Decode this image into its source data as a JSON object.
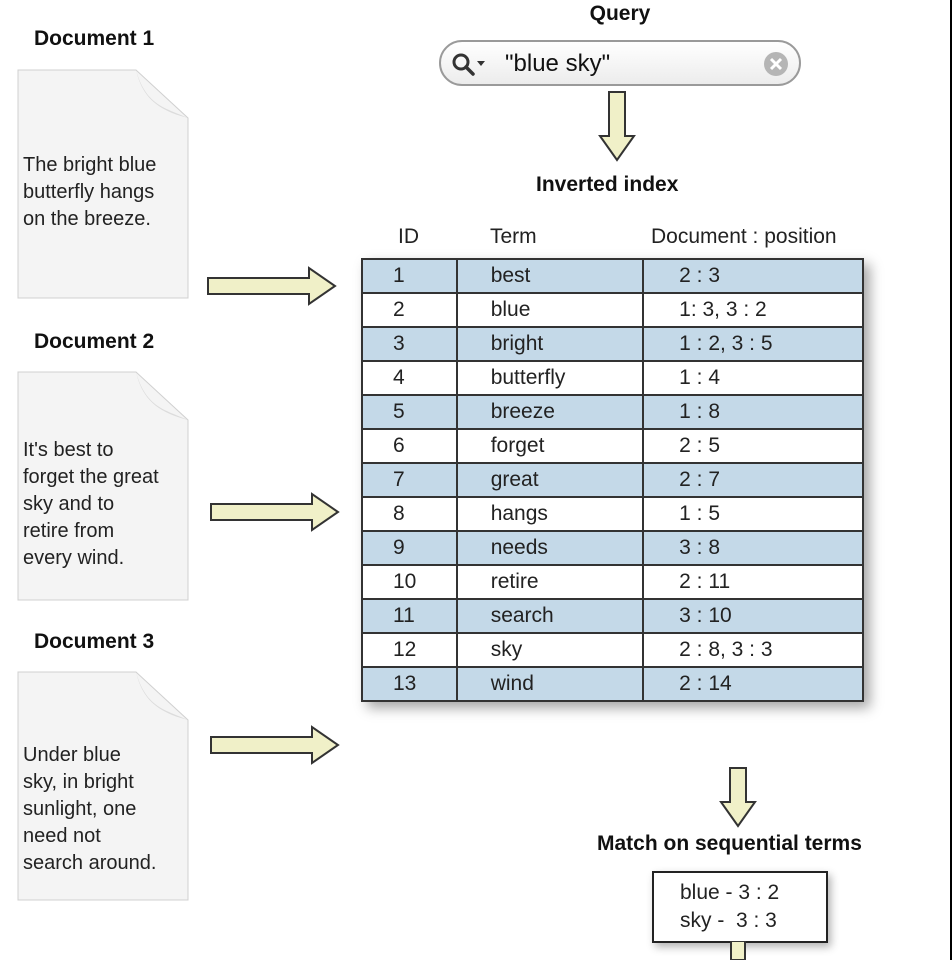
{
  "query": {
    "title": "Query",
    "search_value": "\"blue sky\"",
    "search_icon": "magnifier-dropdown-icon",
    "clear_icon": "clear-circle-icon"
  },
  "documents": [
    {
      "title": "Document 1",
      "text": "The bright blue\nbutterfly hangs\non the breeze."
    },
    {
      "title": "Document 2",
      "text": "It's best to\nforget the great\nsky and to\nretire from\nevery wind."
    },
    {
      "title": "Document 3",
      "text": "Under blue\nsky, in bright\nsunlight, one\nneed not\nsearch around."
    }
  ],
  "index": {
    "title": "Inverted index",
    "headers": {
      "id": "ID",
      "term": "Term",
      "doc": "Document : position"
    },
    "rows": [
      {
        "id": "1",
        "term": "best",
        "doc": "2 : 3"
      },
      {
        "id": "2",
        "term": "blue",
        "doc": "1: 3, 3 : 2"
      },
      {
        "id": "3",
        "term": "bright",
        "doc": "1 : 2, 3 : 5"
      },
      {
        "id": "4",
        "term": "butterfly",
        "doc": "1 : 4"
      },
      {
        "id": "5",
        "term": "breeze",
        "doc": "1 : 8"
      },
      {
        "id": "6",
        "term": "forget",
        "doc": "2 : 5"
      },
      {
        "id": "7",
        "term": "great",
        "doc": "2 : 7"
      },
      {
        "id": "8",
        "term": "hangs",
        "doc": "1 : 5"
      },
      {
        "id": "9",
        "term": "needs",
        "doc": "3 : 8"
      },
      {
        "id": "10",
        "term": "retire",
        "doc": "2 : 11"
      },
      {
        "id": "11",
        "term": "search",
        "doc": "3 : 10"
      },
      {
        "id": "12",
        "term": "sky",
        "doc": "2 : 8, 3 : 3"
      },
      {
        "id": "13",
        "term": "wind",
        "doc": "2 : 14"
      }
    ]
  },
  "match": {
    "title": "Match on sequential terms",
    "lines": [
      "blue - 3 : 2",
      "sky -  3 : 3"
    ]
  },
  "colors": {
    "row_shade": "#c4d9e8",
    "arrow_fill": "#f0f0c8",
    "arrow_stroke": "#333333"
  }
}
